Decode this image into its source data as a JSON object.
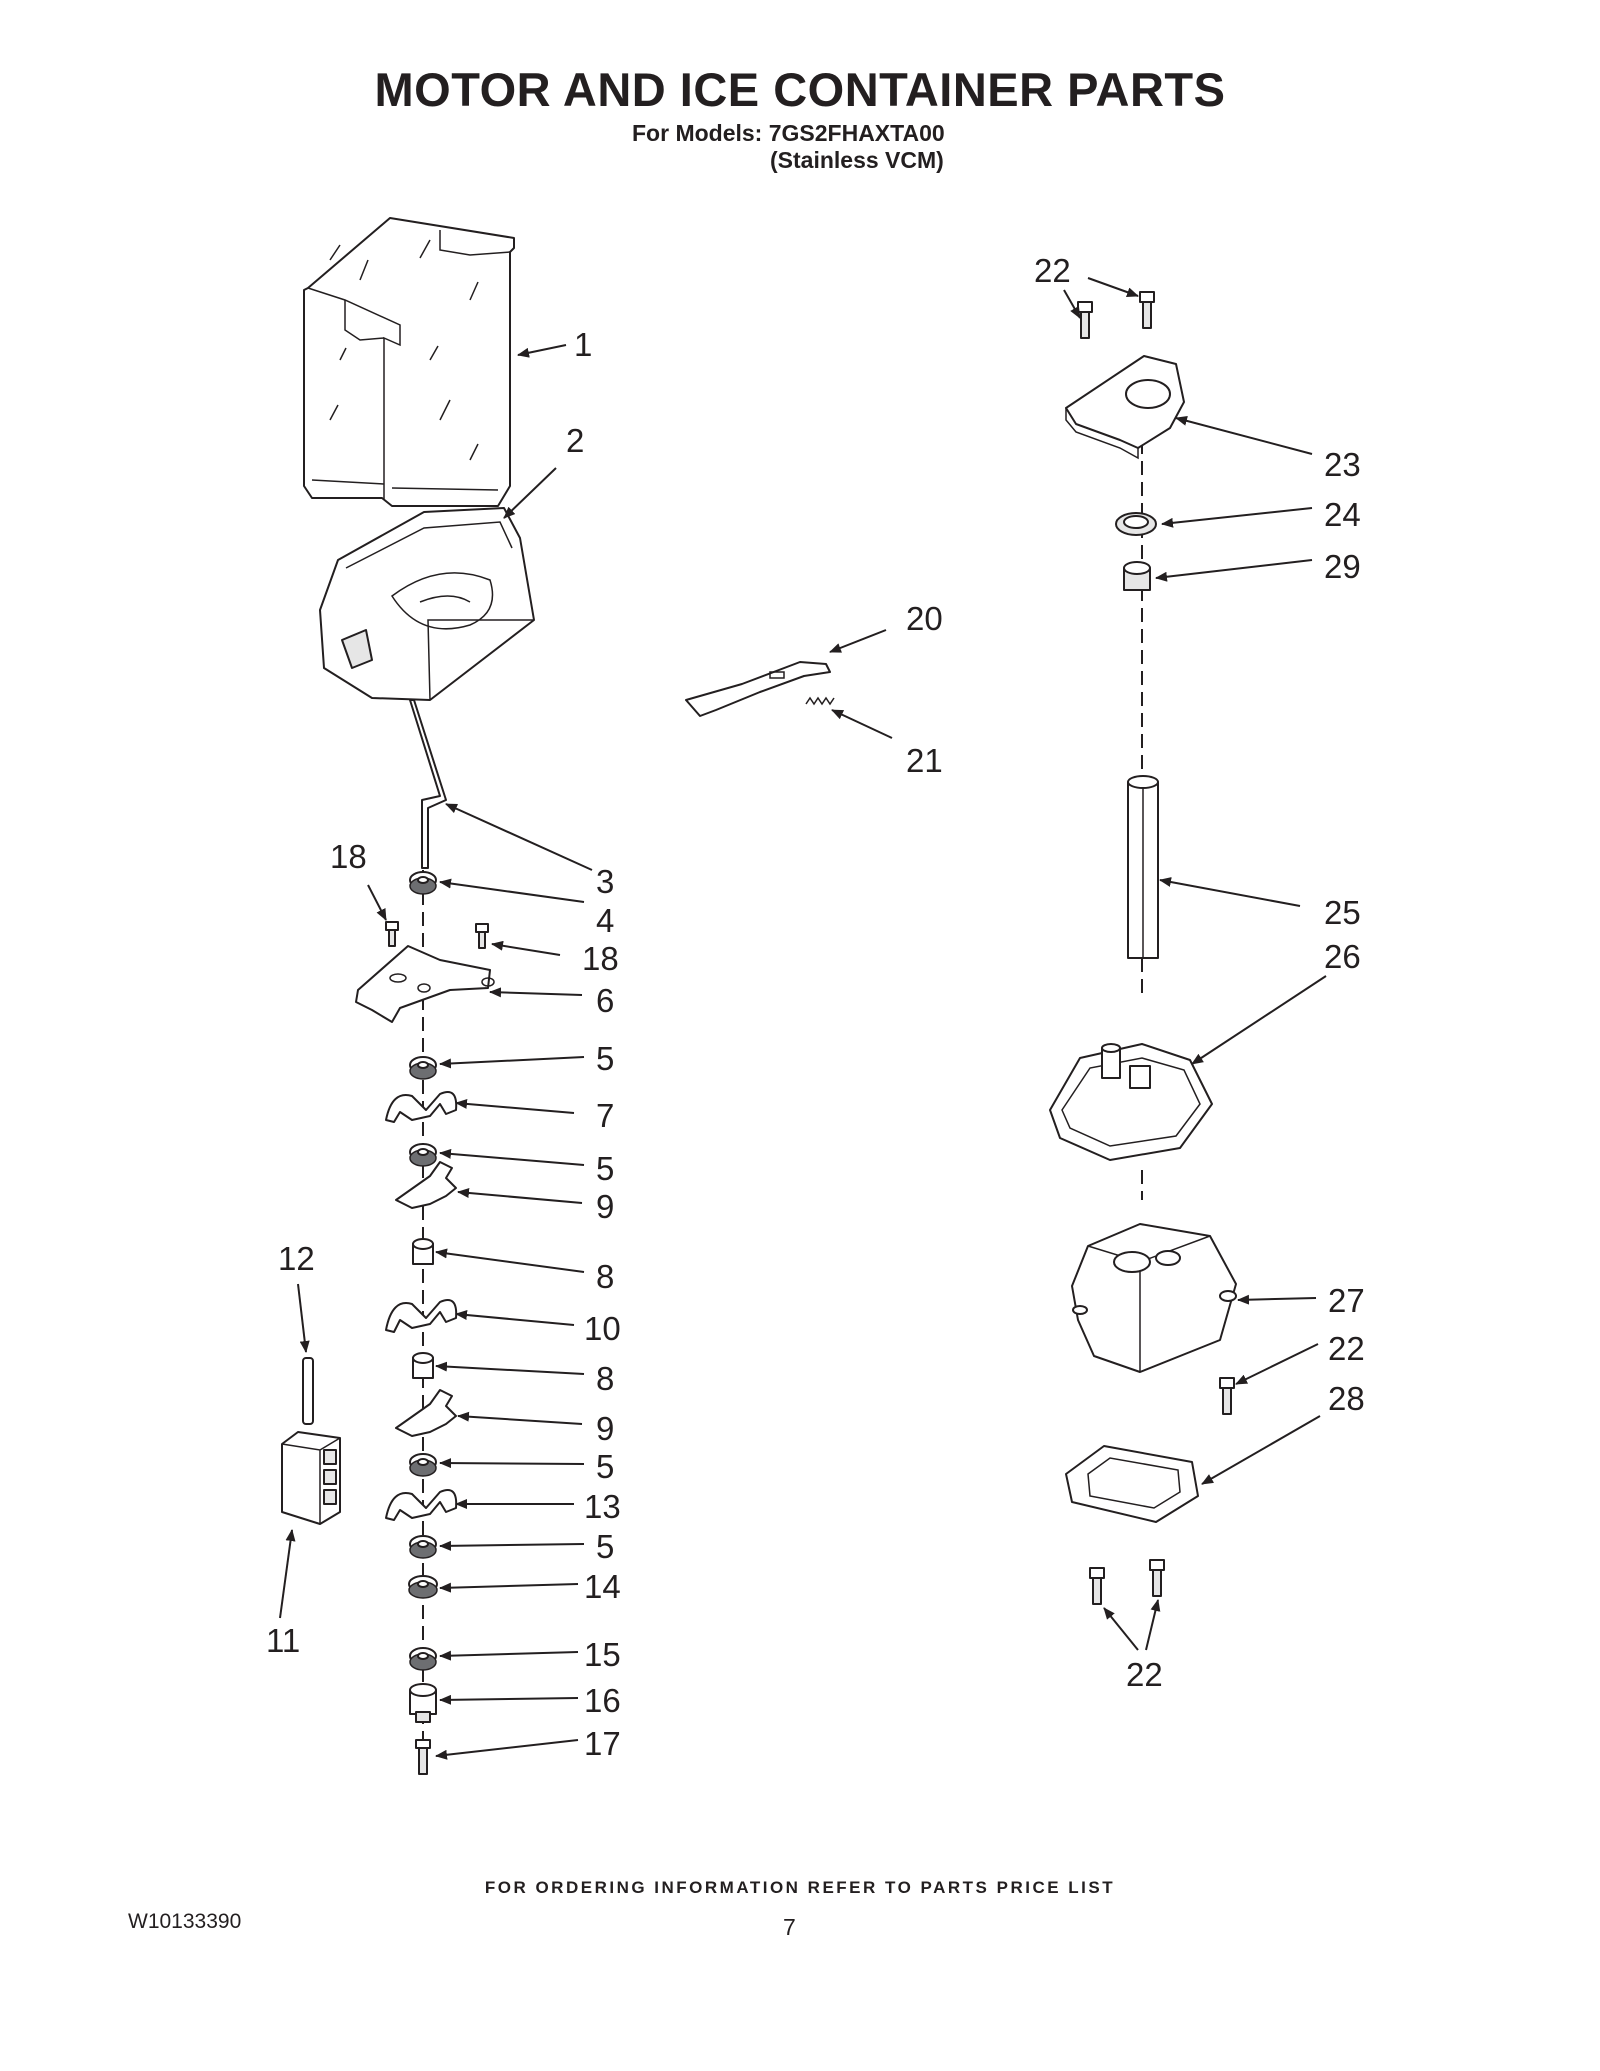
{
  "header": {
    "title": "MOTOR AND ICE CONTAINER PARTS",
    "models_line": "For Models: 7GS2FHAXTA00",
    "variant": "(Stainless VCM)"
  },
  "footer": {
    "ordering_note": "FOR ORDERING INFORMATION REFER TO PARTS PRICE LIST",
    "doc_number": "W10133390",
    "page_number": "7"
  },
  "callouts": {
    "c1": "1",
    "c2": "2",
    "c3": "3",
    "c4": "4",
    "c5a": "5",
    "c5b": "5",
    "c5c": "5",
    "c5d": "5",
    "c6": "6",
    "c7": "7",
    "c8a": "8",
    "c8b": "8",
    "c9a": "9",
    "c9b": "9",
    "c10": "10",
    "c11": "11",
    "c12": "12",
    "c13": "13",
    "c14": "14",
    "c15": "15",
    "c16": "16",
    "c17": "17",
    "c18a": "18",
    "c18b": "18",
    "c20": "20",
    "c21": "21",
    "c22a": "22",
    "c22b": "22",
    "c22c": "22",
    "c23": "23",
    "c24": "24",
    "c25": "25",
    "c26": "26",
    "c27": "27",
    "c28": "28",
    "c29": "29"
  }
}
